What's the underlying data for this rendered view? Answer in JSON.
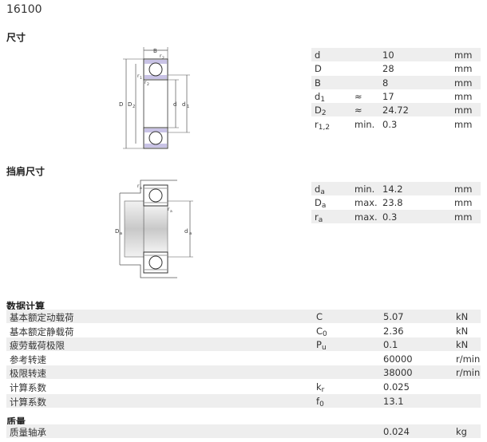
{
  "product": {
    "title": "16100"
  },
  "sections": {
    "dimensions": "尺寸",
    "abutment": "挡肩尺寸",
    "calculation": "数据计算",
    "mass": "质量"
  },
  "diagram1_labels": {
    "B": "B",
    "r2_top": "r",
    "r2_top_sub": "2",
    "r1": "r",
    "r1_sub": "1",
    "r2": "r",
    "r2_sub": "2",
    "D": "D",
    "D2": "D",
    "D2_sub": "2",
    "d": "d",
    "d1": "d",
    "d1_sub": "1"
  },
  "diagram2_labels": {
    "ra1": "r",
    "ra1_sub": "a",
    "ra2": "r",
    "ra2_sub": "a",
    "Da": "D",
    "Da_sub": "a",
    "da": "d",
    "da_sub": "a"
  },
  "dimensions": [
    {
      "sym": "d",
      "sub": "",
      "qual": "",
      "val": "10",
      "unit": "mm"
    },
    {
      "sym": "D",
      "sub": "",
      "qual": "",
      "val": "28",
      "unit": "mm"
    },
    {
      "sym": "B",
      "sub": "",
      "qual": "",
      "val": "8",
      "unit": "mm"
    },
    {
      "sym": "d",
      "sub": "1",
      "qual": "≈",
      "val": "17",
      "unit": "mm"
    },
    {
      "sym": "D",
      "sub": "2",
      "qual": "≈",
      "val": "24.72",
      "unit": "mm"
    },
    {
      "sym": "r",
      "sub": "1,2",
      "qual": "min.",
      "val": "0.3",
      "unit": "mm"
    }
  ],
  "abutment": [
    {
      "sym": "d",
      "sub": "a",
      "qual": "min.",
      "val": "14.2",
      "unit": "mm"
    },
    {
      "sym": "D",
      "sub": "a",
      "qual": "max.",
      "val": "23.8",
      "unit": "mm"
    },
    {
      "sym": "r",
      "sub": "a",
      "qual": "max.",
      "val": "0.3",
      "unit": "mm"
    }
  ],
  "calculation": [
    {
      "label": "基本额定动载荷",
      "sym": "C",
      "sub": "",
      "val": "5.07",
      "unit": "kN"
    },
    {
      "label": "基本额定静载荷",
      "sym": "C",
      "sub": "0",
      "val": "2.36",
      "unit": "kN"
    },
    {
      "label": "疲劳载荷极限",
      "sym": "P",
      "sub": "u",
      "val": "0.1",
      "unit": "kN"
    },
    {
      "label": "参考转速",
      "sym": "",
      "sub": "",
      "val": "60000",
      "unit": "r/min"
    },
    {
      "label": "极限转速",
      "sym": "",
      "sub": "",
      "val": "38000",
      "unit": "r/min"
    },
    {
      "label": "计算系数",
      "sym": "k",
      "sub": "r",
      "val": "0.025",
      "unit": ""
    },
    {
      "label": "计算系数",
      "sym": "f",
      "sub": "0",
      "val": "13.1",
      "unit": ""
    }
  ],
  "mass": [
    {
      "label": "质量轴承",
      "sym": "",
      "sub": "",
      "val": "0.024",
      "unit": "kg"
    }
  ]
}
